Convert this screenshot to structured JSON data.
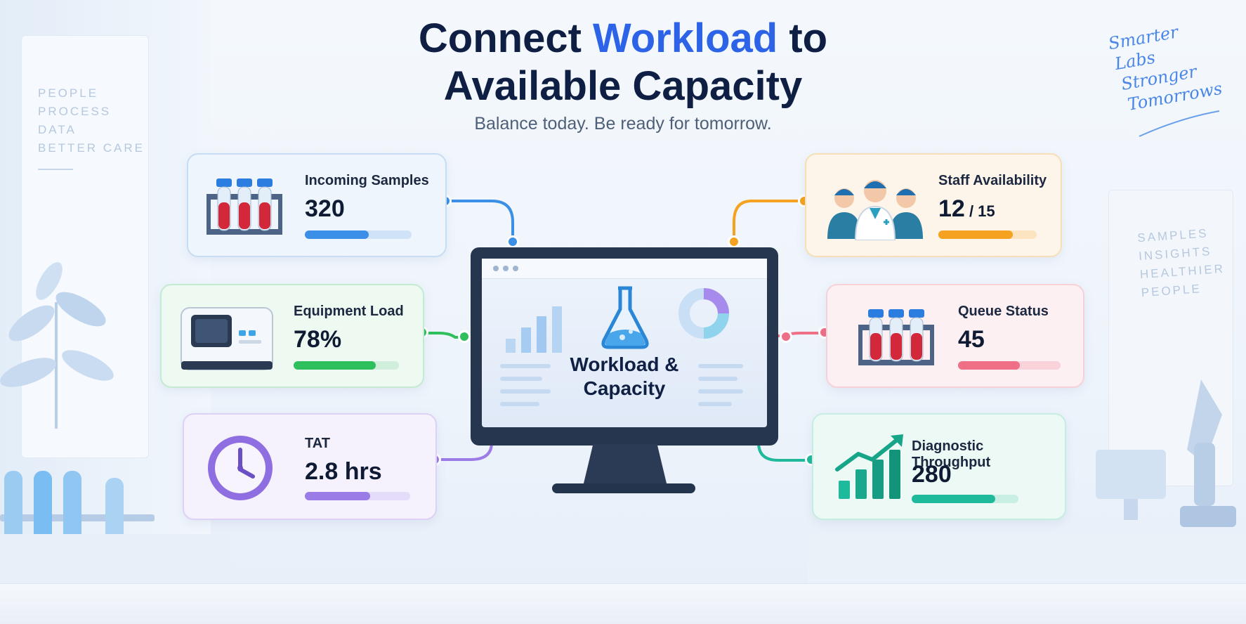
{
  "header": {
    "title_part1": "Connect ",
    "title_accent": "Workload",
    "title_part2": " to",
    "title_line2": "Available Capacity",
    "subtitle": "Balance today. Be ready for tomorrow."
  },
  "background": {
    "left_words": [
      "PEOPLE",
      "PROCESS",
      "DATA",
      "BETTER CARE"
    ],
    "right_words": [
      "SAMPLES",
      "INSIGHTS",
      "HEALTHIER",
      "PEOPLE"
    ],
    "handwritten": [
      "Smarter",
      "Labs",
      "Stronger",
      "Tomorrows"
    ]
  },
  "center": {
    "screen_title_line1": "Workload &",
    "screen_title_line2": "Capacity"
  },
  "cards": {
    "incoming": {
      "label": "Incoming Samples",
      "value": "320",
      "progress": 0.6,
      "color": "#3b8fe6",
      "track": "#cfe2f7",
      "icon": "test-tubes-icon"
    },
    "equipment": {
      "label": "Equipment Load",
      "value": "78%",
      "progress": 0.78,
      "color": "#2fbf5c",
      "track": "#cfeedb",
      "icon": "analyzer-machine-icon"
    },
    "tat": {
      "label": "TAT",
      "value": "2.8 hrs",
      "progress": 0.62,
      "color": "#9b7be6",
      "track": "#e4dcf8",
      "icon": "clock-icon"
    },
    "staff": {
      "label": "Staff Availability",
      "value_main": "12",
      "value_sub": " / 15",
      "progress": 0.76,
      "color": "#f4a21f",
      "track": "#fbe4bf",
      "icon": "staff-group-icon"
    },
    "queue": {
      "label": "Queue Status",
      "value": "45",
      "progress": 0.6,
      "color": "#ee6f86",
      "track": "#f9d2da",
      "icon": "test-tubes-icon"
    },
    "throughput": {
      "label": "Diagnostic Throughput",
      "value": "280",
      "progress": 0.78,
      "color": "#1fb99b",
      "track": "#c9efe5",
      "icon": "growth-chart-icon"
    }
  }
}
